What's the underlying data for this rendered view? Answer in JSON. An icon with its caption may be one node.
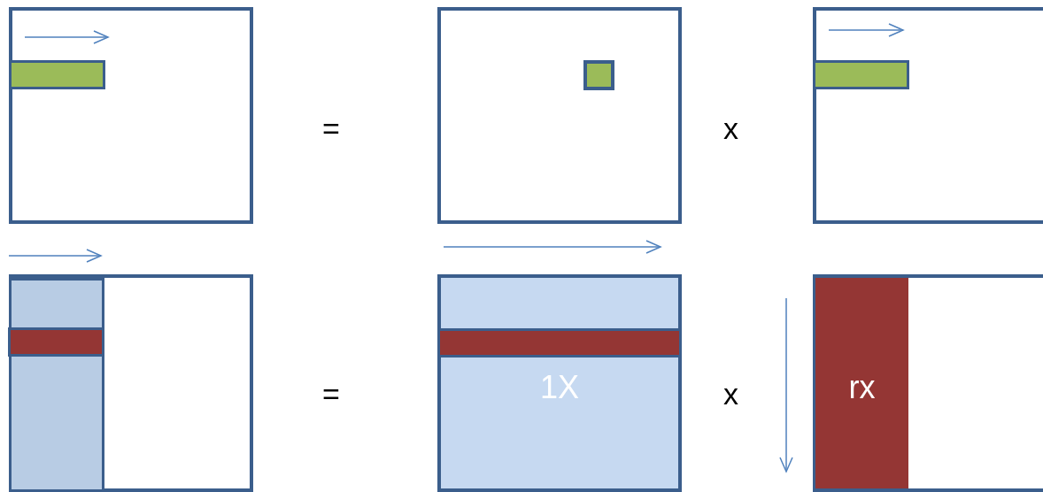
{
  "diagram": {
    "nodes": [
      {
        "text": [],
        "shape": "box"
      },
      {
        "text": [],
        "shape": "bar",
        "in": 0
      },
      {
        "text": [],
        "shape": "box"
      },
      {
        "text": [],
        "shape": "box",
        "in": 2
      },
      {
        "text": [],
        "shape": "box"
      },
      {
        "text": [],
        "shape": "bar",
        "in": 4
      },
      {
        "text": [],
        "shape": "box"
      },
      {
        "text": [],
        "shape": "bar",
        "in": 6
      },
      {
        "text": [],
        "shape": "bar",
        "in": 7
      },
      {
        "text": [
          "1X"
        ]
      },
      {
        "text": [],
        "shape": "bar",
        "in": 9
      },
      {
        "text": [],
        "shape": "box"
      },
      {
        "text": [
          "rx"
        ],
        "in": 11
      }
    ],
    "labels": [
      "=",
      "x",
      "=",
      "x"
    ]
  }
}
